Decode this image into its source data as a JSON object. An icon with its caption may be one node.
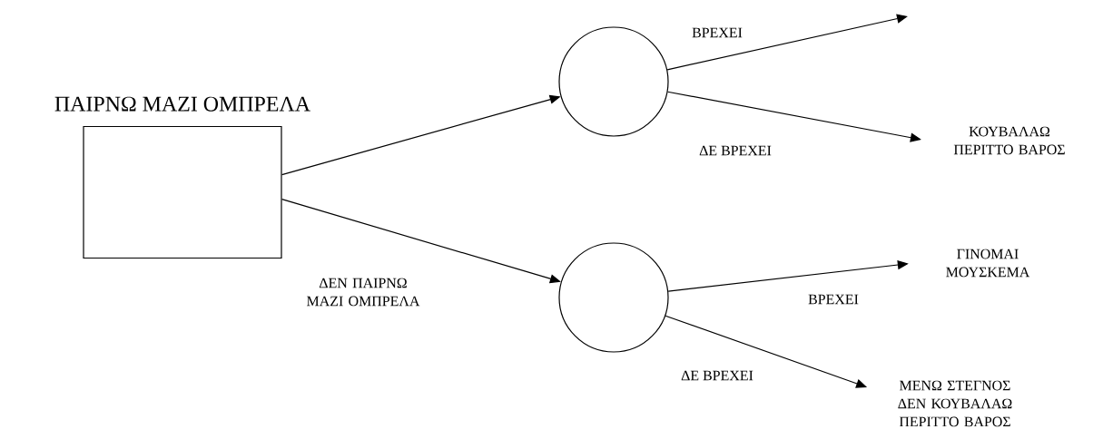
{
  "diagram": {
    "nodes": [
      {
        "text": [
          "ΠΑΙΡΝΩ ΜΑΖΙ ΟΜΠΡΕΛΑ"
        ]
      },
      {
        "text": [],
        "shape": "circle"
      },
      {
        "text": [],
        "shape": "circle"
      },
      {
        "text": [
          "ΚΟΥΒΑΛΑΩ ΠΕΡΙΤΤΟ ΒΑΡΟΣ"
        ]
      },
      {
        "text": [
          "ΓΙΝΟΜΑΙ ΜΟΥΣΚΕΜΑ"
        ]
      },
      {
        "text": [
          "ΜΕΝΩ ΣΤΕΓΝΟΣ ΔΕΝ ΚΟΥΒΑΛΑΩ ΠΕΡΙΤΤΟ ΒΑΡΟΣ"
        ]
      }
    ],
    "edges": [
      {
        "from": 0,
        "to": 1,
        "arrow": "to"
      },
      {
        "from": 0,
        "to": 2,
        "arrow": "to",
        "label": "ΔΕΝ ΠΑΙΡΝΩ ΜΑΖΙ ΟΜΠΡΕΛΑ"
      },
      {
        "from": 1,
        "to": null,
        "arrow": "to",
        "label": "ΒΡΕΧΕΙ"
      },
      {
        "from": 1,
        "to": 3,
        "arrow": "to",
        "label": "ΔΕ ΒΡΕΧΕΙ"
      },
      {
        "from": 2,
        "to": 4,
        "arrow": "to",
        "label": "ΒΡΕΧΕΙ"
      },
      {
        "from": 2,
        "to": 5,
        "arrow": "to",
        "label": "ΔΕ ΒΡΕΧΕΙ"
      }
    ]
  }
}
